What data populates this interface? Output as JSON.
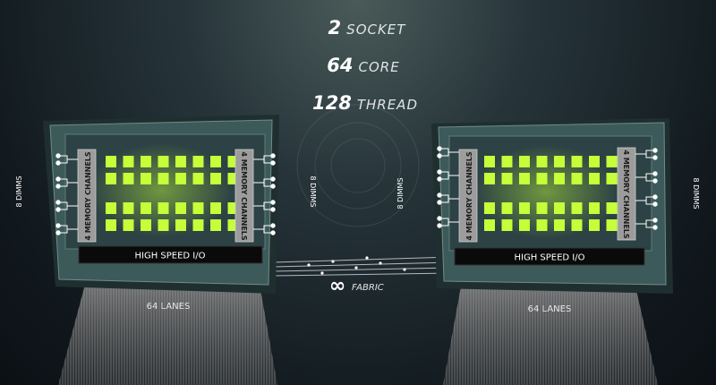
{
  "headline": {
    "socket_num": "2",
    "socket_label": "SOCKET",
    "core_num": "64",
    "core_label": "CORE",
    "thread_num": "128",
    "thread_label": "THREAD"
  },
  "fabric": {
    "symbol": "∞",
    "label": "FABRIC"
  },
  "processors": [
    {
      "memory_left": "4 MEMORY CHANNELS",
      "memory_right": "4 MEMORY CHANNELS",
      "dimms_left": "8 DIMMS",
      "dimms_right": "8 DIMMS",
      "io_label": "HIGH SPEED I/O",
      "lanes_label": "64 LANES"
    },
    {
      "memory_left": "4 MEMORY CHANNELS",
      "memory_right": "4 MEMORY CHANNELS",
      "dimms_left": "8 DIMMS",
      "dimms_right": "8 DIMMS",
      "io_label": "HIGH SPEED I/O",
      "lanes_label": "64 LANES"
    }
  ],
  "colors": {
    "core": "#c4ff3a",
    "chip": "#3d5a5a",
    "bar": "#9c9c9c",
    "io": "#0a0a0a"
  }
}
